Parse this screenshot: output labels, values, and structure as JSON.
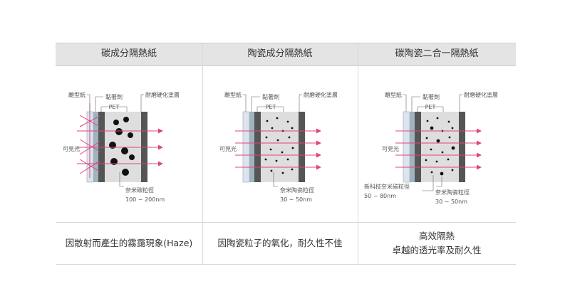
{
  "columns": [
    {
      "title": "碳成分隔熱紙",
      "labels": {
        "release": "離型紙",
        "adhesive": "黏著劑",
        "hardcoat": "耐磨硬化塗層",
        "pet": "PET",
        "light": "可見光"
      },
      "particle_label": [
        "奈米碳粒徑",
        "100 ~ 200nm"
      ],
      "footer": [
        "因散射而產生的霧靄現象(Haze)"
      ]
    },
    {
      "title": "陶瓷成分隔熱紙",
      "labels": {
        "release": "離型紙",
        "adhesive": "黏著劑",
        "hardcoat": "耐磨硬化塗層",
        "pet": "PET",
        "light": "可見光"
      },
      "particle_label": [
        "奈米陶瓷粒徑",
        "30 ~ 50nm"
      ],
      "footer": [
        "因陶瓷粒子的氧化，耐久性不佳"
      ]
    },
    {
      "title": "碳陶瓷二合一隔熱紙",
      "labels": {
        "release": "離型紙",
        "adhesive": "黏著劑",
        "hardcoat": "耐磨硬化塗層",
        "pet": "PET",
        "light": "可見光"
      },
      "extra_label": [
        "新科技奈米碳粒徑",
        "50 ~ 80nm"
      ],
      "particle_label": [
        "奈米陶瓷粒徑",
        "30 ~ 50nm"
      ],
      "footer": [
        "高效隔熱",
        "卓越的透光率及耐久性"
      ]
    }
  ],
  "colors": {
    "header_bg": "#e4e4e4",
    "arrow": "#e0447a",
    "line": "#d8d8d8"
  }
}
